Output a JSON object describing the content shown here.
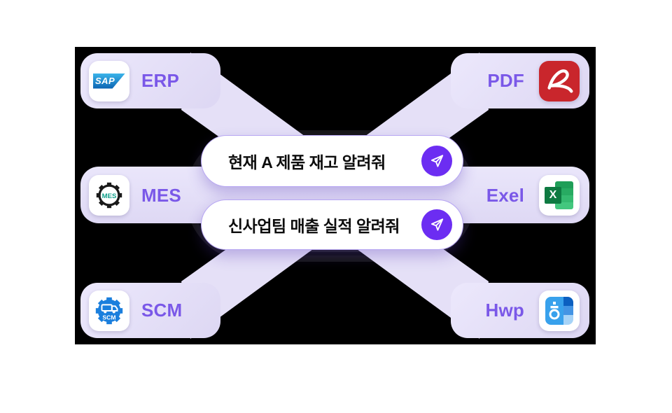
{
  "scene": {
    "background": "#ffffff",
    "panel_color": "#000000",
    "band_color": "#e5e0f7",
    "accent_purple": "#7a58e8",
    "send_button_color": "#6c2df2",
    "bubble_border_color": "#b7a6f3"
  },
  "stations": {
    "left": [
      {
        "label": "ERP",
        "icon": "sap-logo",
        "icon_text": "SAP"
      },
      {
        "label": "MES",
        "icon": "gear-mes-icon",
        "icon_text": "MES"
      },
      {
        "label": "SCM",
        "icon": "gear-truck-icon",
        "icon_text": "SCM"
      }
    ],
    "right": [
      {
        "label": "PDF",
        "icon": "acrobat-icon"
      },
      {
        "label": "Exel",
        "icon": "excel-icon",
        "icon_text": "X"
      },
      {
        "label": "Hwp",
        "icon": "hwp-icon"
      }
    ]
  },
  "messages": [
    {
      "text": "현재 A 제품 재고 알려줘",
      "action": "send"
    },
    {
      "text": "신사업팀 매출 실적 알려줘",
      "action": "send"
    }
  ]
}
